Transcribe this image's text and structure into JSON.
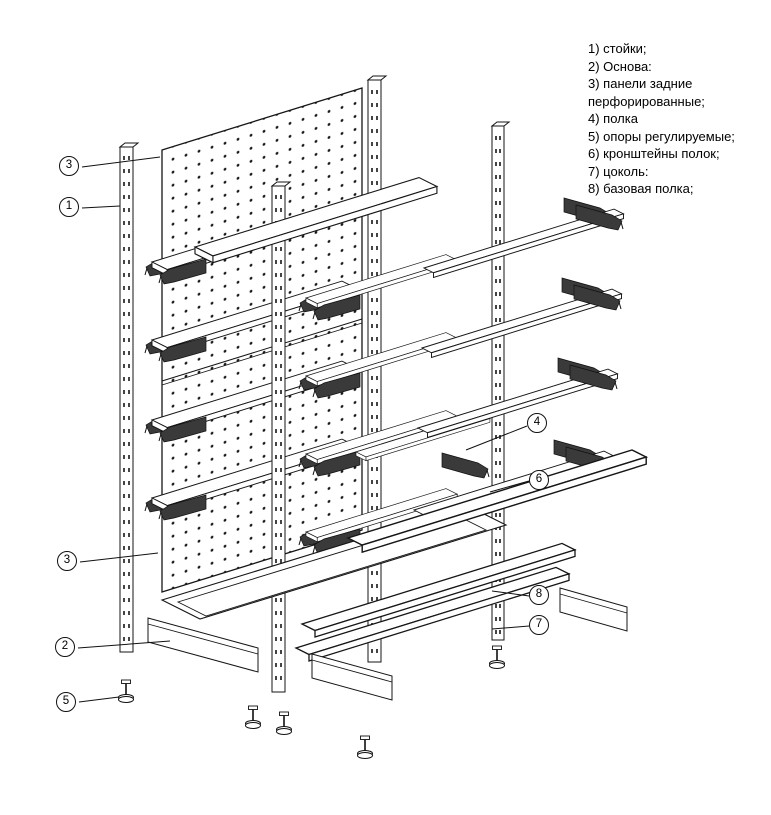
{
  "legend": {
    "lines": [
      "1) стойки;",
      "2) Основа:",
      "3) панели задние",
      "перфорированные;",
      "4) полка",
      "5) опоры регулируемые;",
      "6) кронштейны полок;",
      "7) цоколь:",
      "8) базовая полка;"
    ]
  },
  "callouts": [
    {
      "label": "3"
    },
    {
      "label": "1"
    },
    {
      "label": "3"
    },
    {
      "label": "2"
    },
    {
      "label": "5"
    },
    {
      "label": "4"
    },
    {
      "label": "6"
    },
    {
      "label": "8"
    },
    {
      "label": "7"
    }
  ],
  "colors": {
    "background": "#ffffff",
    "line": "#1a1a1a"
  }
}
